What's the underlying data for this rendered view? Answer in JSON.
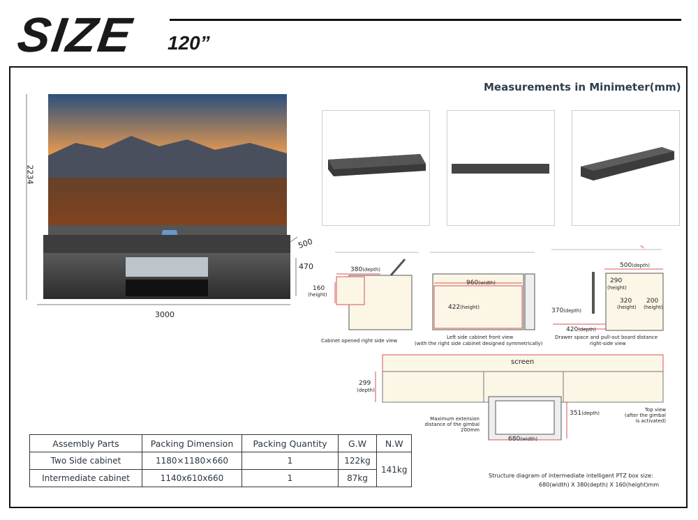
{
  "header": {
    "title": "SIZE",
    "subtitle": "120”"
  },
  "measure_title": "Measurements in Minimeter(mm)",
  "tv": {
    "height_label": "2234",
    "width_label": "3000",
    "depth_label": "500",
    "cabinet_height_label": "470"
  },
  "diagrams": {
    "side": {
      "depth": "380",
      "depth_unit": "(depth)",
      "height": "160",
      "height_unit": "(height)",
      "caption": "Cabinet opened right side view"
    },
    "front": {
      "width": "960",
      "width_unit": "(width)",
      "height": "422",
      "height_unit": "(height)",
      "caption_line1": "Left side cabinet front view",
      "caption_line2": "(with the right side cabinet designed symmetrically)"
    },
    "drawer": {
      "d500": "500",
      "d500_unit": "(depth)",
      "h290": "290",
      "h320": "320",
      "h200": "200",
      "height_unit": "(height)",
      "d370": "370",
      "d420": "420",
      "depth_unit": "(depth)",
      "caption_line1": "Drawer space and pull-out board distance",
      "caption_line2": "right-side view"
    },
    "top": {
      "screen": "screen",
      "depth": "299",
      "depth_unit": "(depth)",
      "ext_line1": "Maximum extension",
      "ext_line2": "distance of the gimbal",
      "ext_line3": "200mm",
      "d351": "351",
      "d351_unit": "(depth)",
      "w680": "680",
      "w680_unit": "(width)",
      "note_line1": "Top view",
      "note_line2": "(after the gimbal",
      "note_line3": "is activated)"
    }
  },
  "table": {
    "headers": [
      "Assembly Parts",
      "Packing Dimension",
      "Packing Quantity",
      "G.W",
      "N.W"
    ],
    "rows": [
      [
        "Two Side cabinet",
        "1180×1180×660",
        "1",
        "122kg"
      ],
      [
        "Intermediate cabinet",
        "1140x610x660",
        "1",
        "87kg"
      ]
    ],
    "nw": "141kg"
  },
  "structure_note": {
    "line1": "Structure diagram of intermediate intelligent PTZ box size:",
    "line2": "680(width) X 380(depth) X 160(height)mm"
  }
}
